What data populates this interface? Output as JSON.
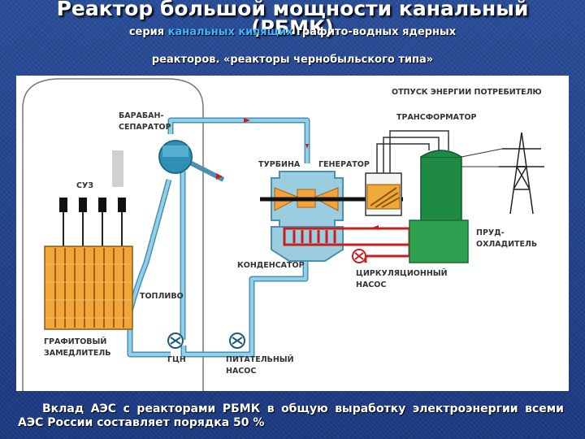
{
  "slide": {
    "title": "Реактор большой мощности канальный",
    "title_abbr": "(РБМК)",
    "subtitle_prefix": "серия",
    "subtitle_highlight": "канальных кипящих",
    "subtitle_suffix": "графито-водных ядерных",
    "subtitle_line2": "реакторов.  «реакторы чернобыльского типа»",
    "footer": "Вклад АЭС с реакторами РБМК в общую выработку электроэнергии всеми АЭС России составляет порядка 50 %"
  },
  "diagram": {
    "labels": {
      "consumer": "ОТПУСК ЭНЕРГИИ ПОТРЕБИТЕЛЮ",
      "drum_1": "БАРАБАН-",
      "drum_2": "СЕПАРАТОР",
      "transformer": "ТРАНСФОРМАТОР",
      "turbine": "ТУРБИНА",
      "generator": "ГЕНЕРАТОР",
      "control_rods": "СУЗ",
      "fuel": "ТОПЛИВО",
      "condenser": "КОНДЕНСАТОР",
      "pond_1": "ПРУД-",
      "pond_2": "ОХЛАДИТЕЛЬ",
      "circ_pump_1": "ЦИРКУЛЯЦИОННЫЙ",
      "circ_pump_2": "НАСОС",
      "moderator_1": "ГРАФИТОВЫЙ",
      "moderator_2": "ЗАМЕДЛИТЕЛЬ",
      "mcp": "ГЦН",
      "feed_pump_1": "ПИТАТЕЛЬНЫЙ",
      "feed_pump_2": "НАСОС"
    },
    "colors": {
      "water_pipe": "#6fb7d6",
      "drum": "#2f8fb5",
      "core": "#f0a83a",
      "turbine": "#f4a23c",
      "transformer": "#1f8a44",
      "pond": "#2fa050",
      "cooling_pipe": "#c81e1e"
    }
  }
}
